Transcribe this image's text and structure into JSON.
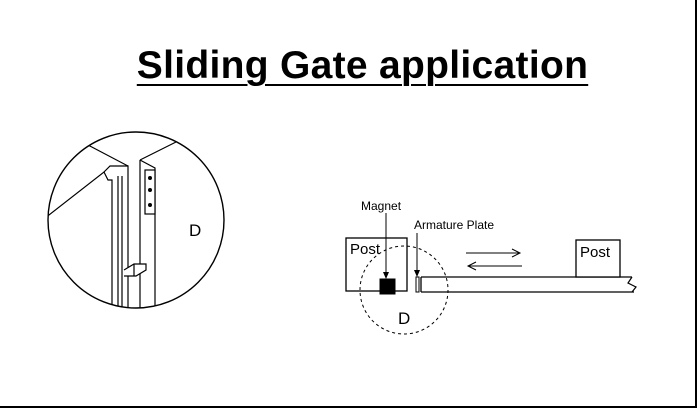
{
  "title": "Sliding Gate application",
  "left_detail": {
    "label": "D"
  },
  "right_diagram": {
    "labels": {
      "magnet": "Magnet",
      "armature_plate": "Armature Plate",
      "post_left": "Post",
      "post_right": "Post",
      "detail": "D"
    }
  }
}
